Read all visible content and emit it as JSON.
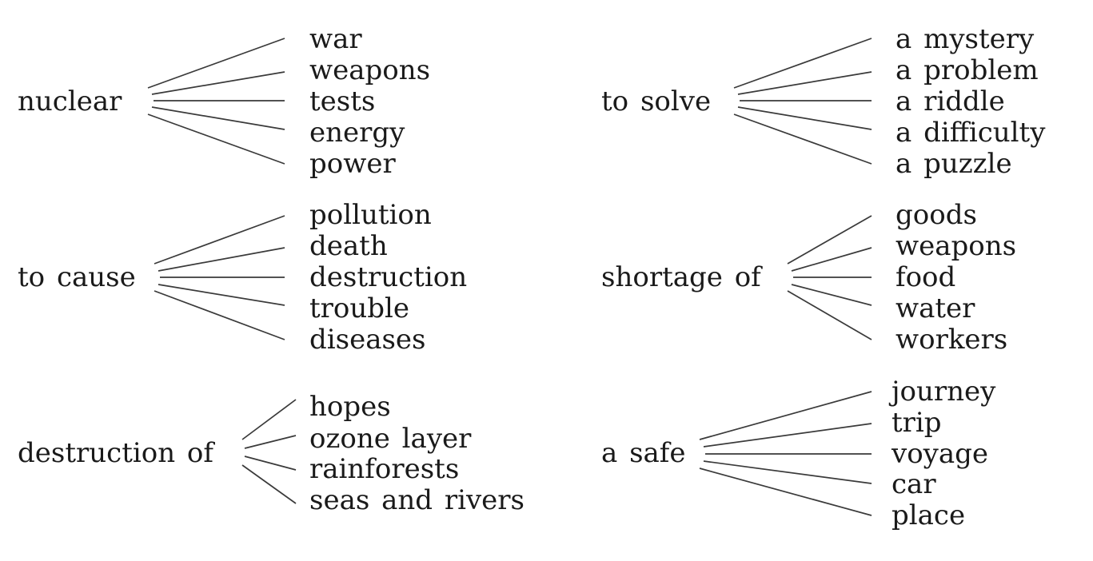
{
  "groups": [
    {
      "head": "nuclear",
      "items": [
        "war",
        "weapons",
        "tests",
        "energy",
        "power"
      ]
    },
    {
      "head": "to solve",
      "items": [
        "a mystery",
        "a problem",
        "a riddle",
        "a difficulty",
        "a puzzle"
      ]
    },
    {
      "head": "to cause",
      "items": [
        "pollution",
        "death",
        "destruction",
        "trouble",
        "diseases"
      ]
    },
    {
      "head": "shortage of",
      "items": [
        "goods",
        "weapons",
        "food",
        "water",
        "workers"
      ]
    },
    {
      "head": "destruction of",
      "items": [
        "hopes",
        "ozone layer",
        "rainforests",
        "seas and rivers"
      ]
    },
    {
      "head": "a safe",
      "items": [
        "journey",
        "trip",
        "voyage",
        "car",
        "place"
      ]
    }
  ]
}
